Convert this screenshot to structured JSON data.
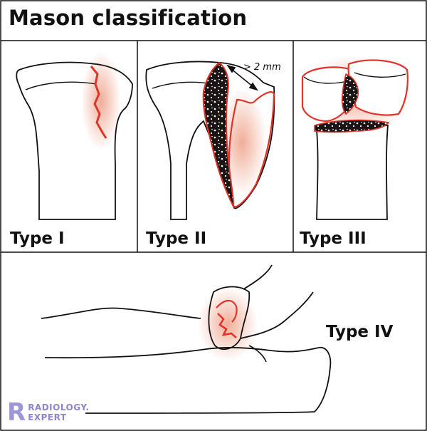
{
  "title": "Mason classification",
  "panels": [
    {
      "label": "Type I"
    },
    {
      "label": "Type II",
      "annotation": "> 2 mm"
    },
    {
      "label": "Type III"
    },
    {
      "label": "Type IV"
    }
  ],
  "brand": {
    "line1": "RADIOLOGY.",
    "line2": "EXPERT"
  },
  "colors": {
    "fracture": "#e0342a",
    "glow": "#f2b9a6",
    "outline": "#111111"
  }
}
